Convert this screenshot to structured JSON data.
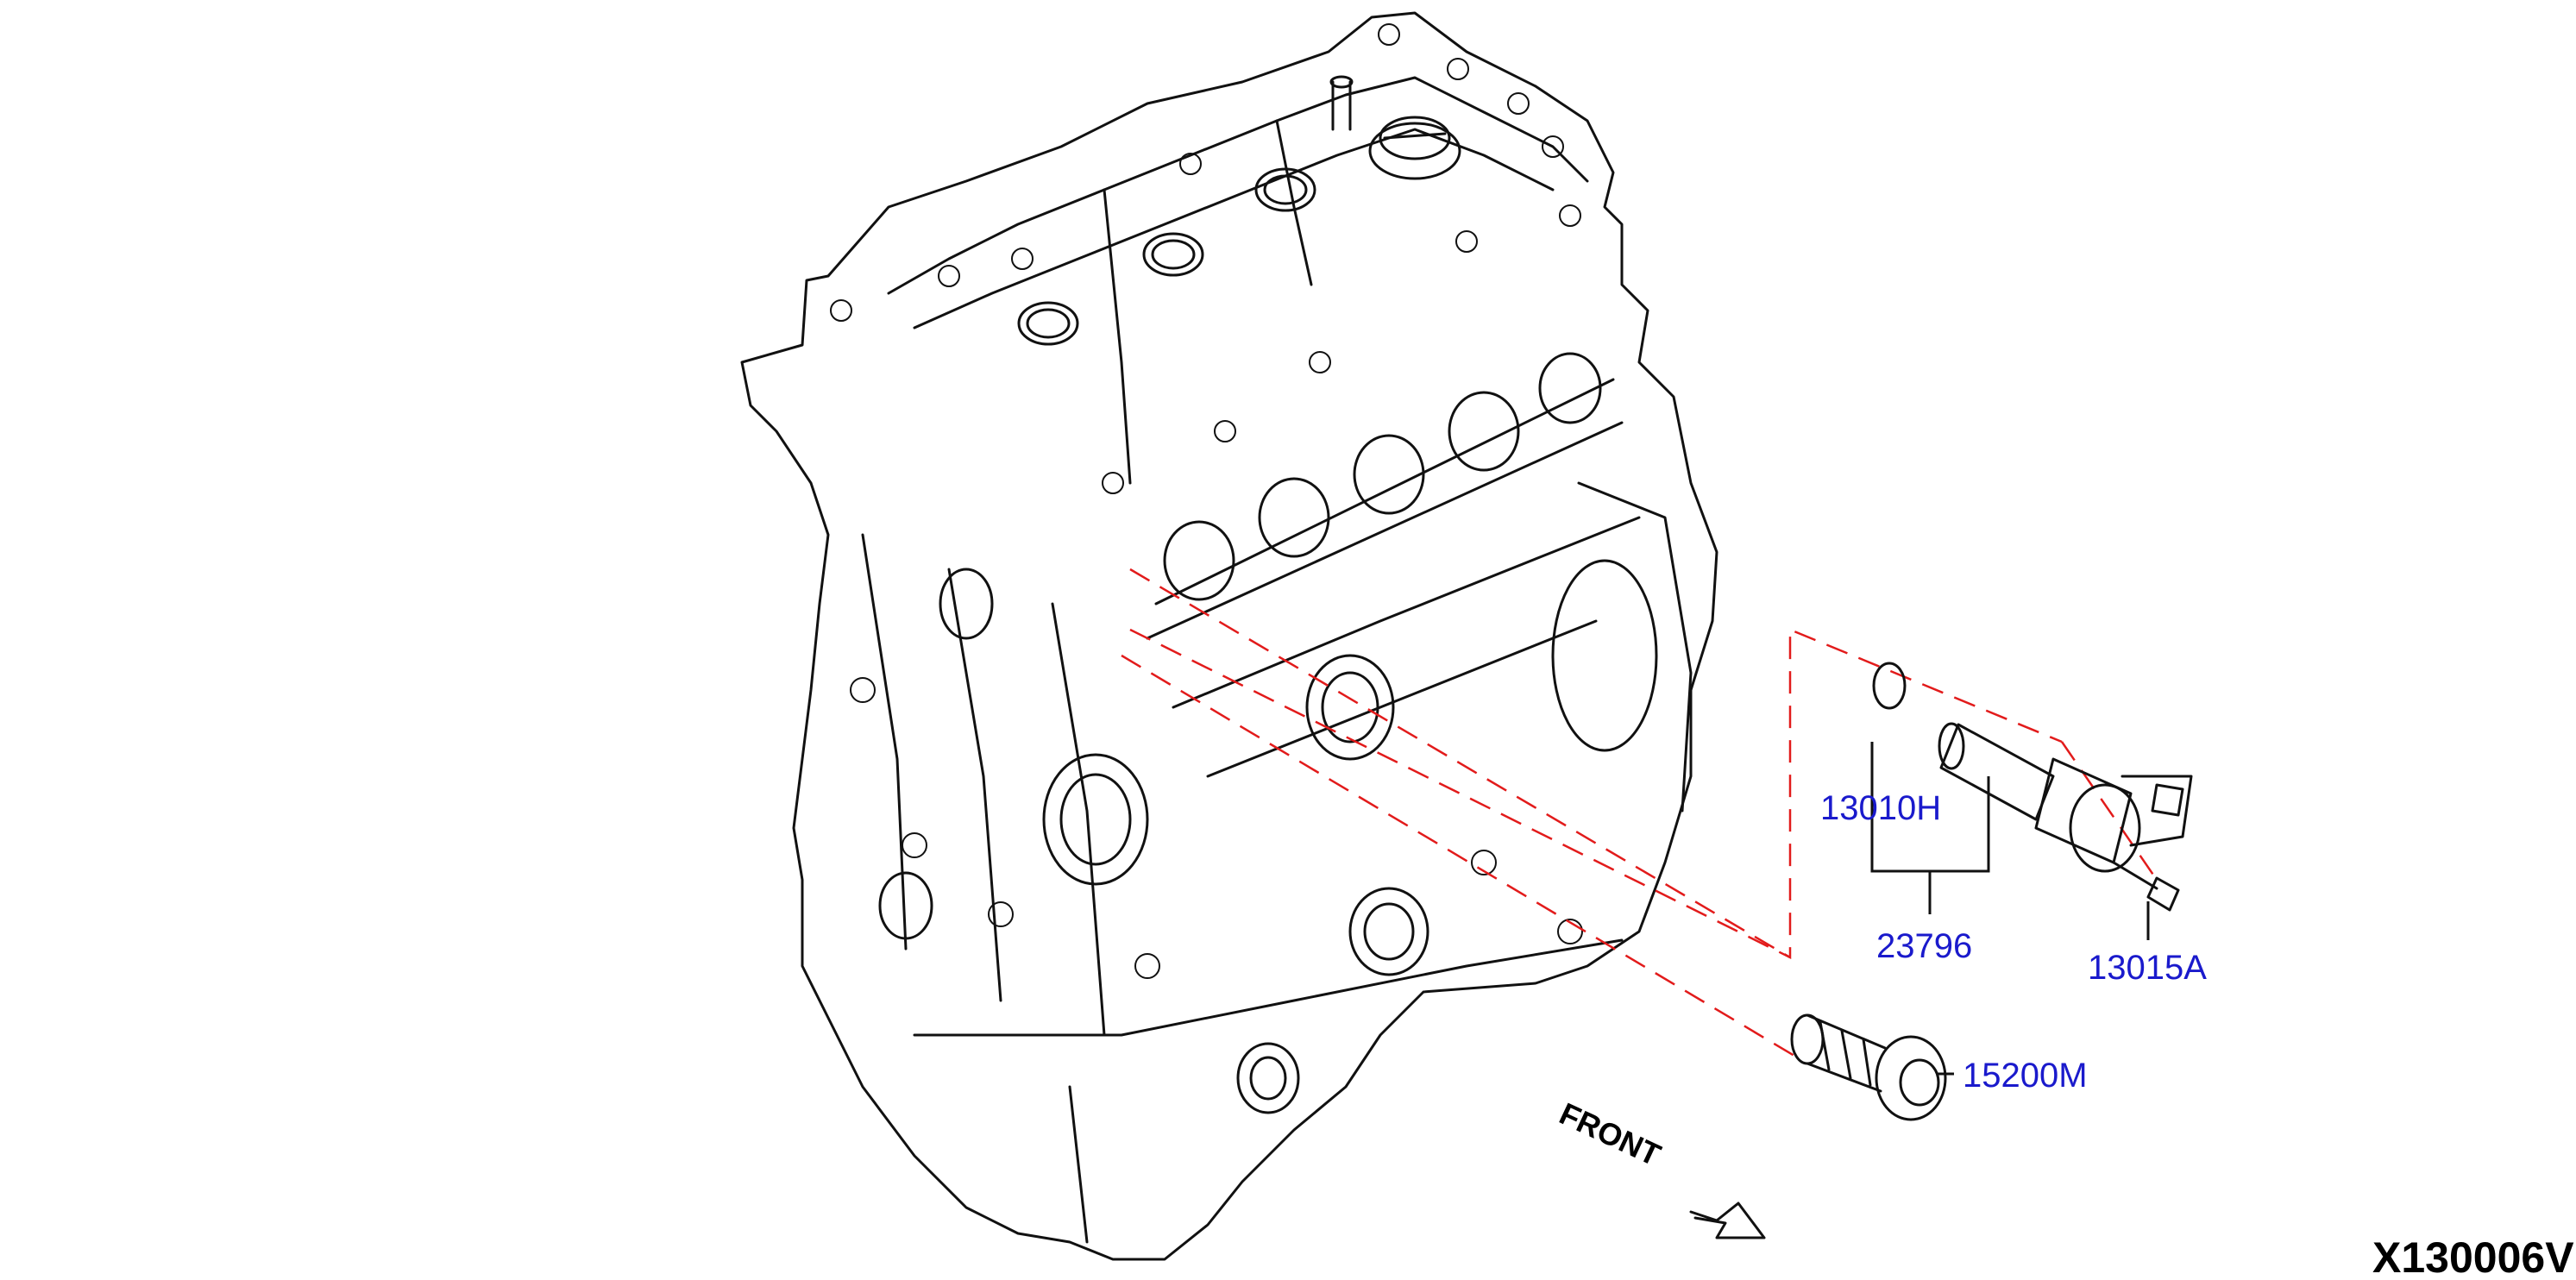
{
  "diagram": {
    "part_numbers": {
      "oring": "13010H",
      "assembly": "23796",
      "bolt": "13015A",
      "filter": "15200M"
    },
    "diagram_code": "X130006V",
    "front_label": "FRONT",
    "colors": {
      "part_label": "#1a1acc",
      "leader_dash": "#e21b1b",
      "line_art": "#111111",
      "code_label": "#000000"
    }
  }
}
